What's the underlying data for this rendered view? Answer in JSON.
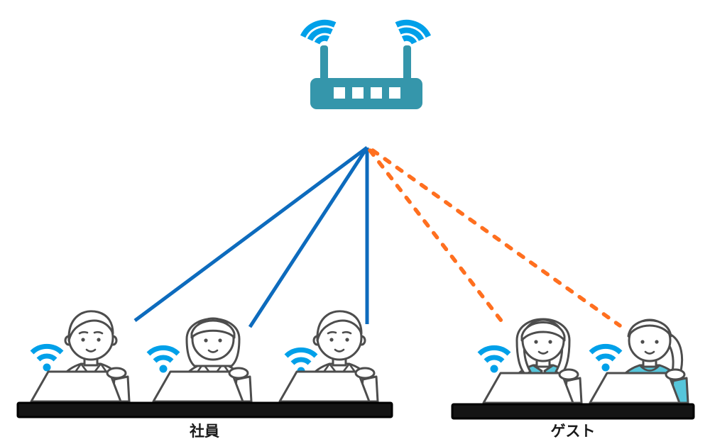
{
  "diagram": {
    "type": "wifi-network-separation-illustration",
    "router": {
      "name": "wifi-router",
      "body_color": "#3596AB",
      "signal_color": "#00A0E9",
      "antenna_count": "2",
      "led_count": "4"
    },
    "colors": {
      "employee_line": "#0D6BBD",
      "guest_line": "#FF6F1F",
      "wifi_icon": "#00A0E9",
      "guest_clothing": "#56C5DA",
      "desk": "#141414",
      "outline": "#4D4D4D",
      "background": "#FFFFFF"
    },
    "groups": {
      "employees": {
        "label": "社員",
        "connection_style": "solid",
        "line_color": "#0D6BBD",
        "member_count": "3",
        "members": [
          "man-laptop",
          "woman-laptop",
          "man-laptop"
        ]
      },
      "guests": {
        "label": "ゲスト",
        "connection_style": "dashed",
        "line_color": "#FF6F1F",
        "member_count": "2",
        "members": [
          "woman-jacket-laptop",
          "woman-ponytail-laptop"
        ]
      }
    }
  }
}
